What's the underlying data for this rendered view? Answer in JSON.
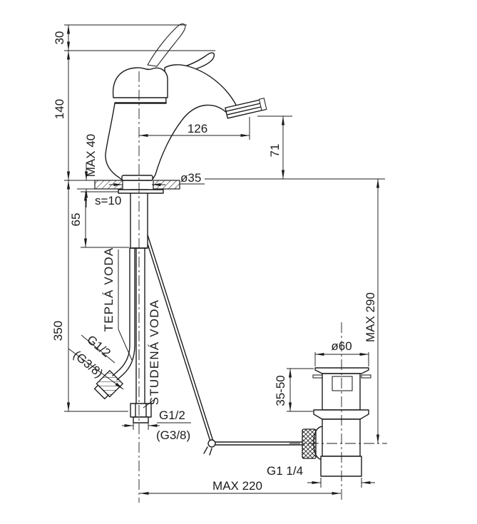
{
  "meta": {
    "drawing_type": "faucet installation dimension drawing",
    "background": "#ffffff",
    "ink": "#1c1c1c"
  },
  "faucet": {
    "handle_stroke_height": "30",
    "body_height": "140",
    "max_mounting_thickness": "MAX 40",
    "plate_thickness": "s=10",
    "mounting_hole_diameter": "ø35",
    "spout_reach": "126",
    "spout_outlet_height": "71",
    "shank_length": "65",
    "supply_pipe_length": "350"
  },
  "supply": {
    "hot_water_label": "TEPLÁ VODA",
    "cold_water_label": "STUDENÁ VODA",
    "hot_thread": "G1/2",
    "hot_thread_alt": "(G3/8)",
    "cold_thread": "G1/2",
    "cold_thread_alt": "(G3/8)"
  },
  "waste": {
    "flange_diameter": "ø60",
    "basin_thickness_range": "35-50",
    "max_height": "MAX 290",
    "outlet_thread": "G1 1/4",
    "max_horizontal_reach": "MAX 220"
  }
}
